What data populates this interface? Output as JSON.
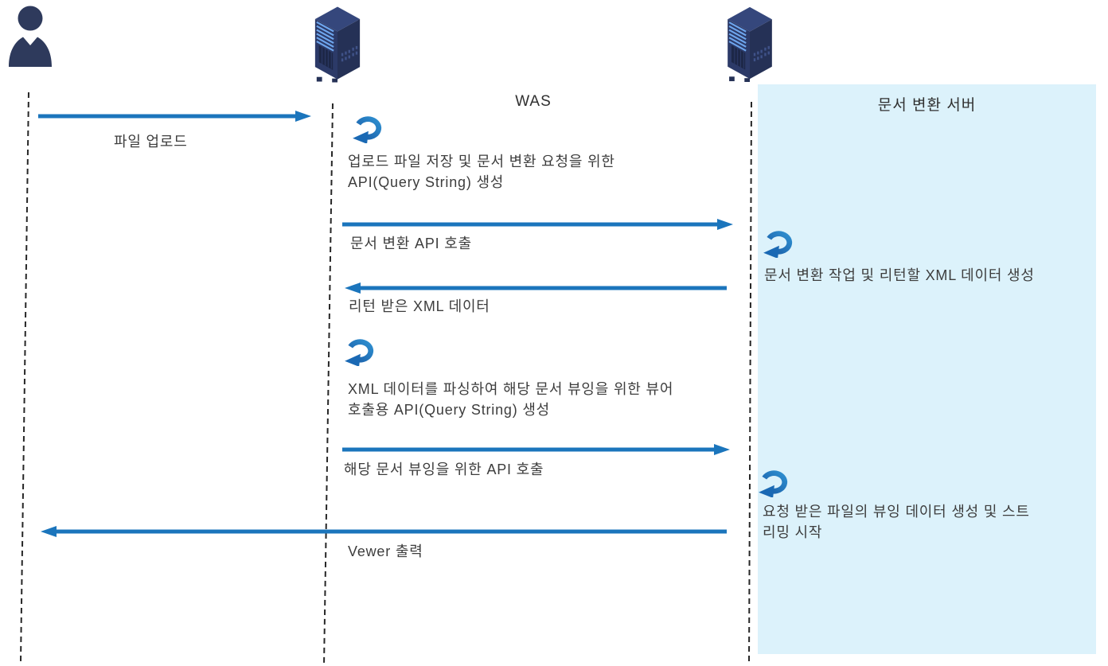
{
  "colors": {
    "arrow_blue": "#1b75bc",
    "loop_blue_dark": "#1a5ea8",
    "loop_blue_light": "#2e8fd0",
    "icon_navy": "#2e3a5c",
    "server_navy": "#2c3a68",
    "server_stripe_blue": "#6ea6ee",
    "panel_bg": "#dcf2fb",
    "lifeline": "#262626",
    "text": "#3d3d3d"
  },
  "actors": {
    "user": {
      "name": "user"
    },
    "was": {
      "label": "WAS"
    },
    "doc_server": {
      "label": "문서 변환 서버"
    }
  },
  "messages": {
    "m1": {
      "from": "user",
      "to": "was",
      "label": "파일 업로드"
    },
    "m2": {
      "from": "was",
      "to": "doc_server",
      "label": "문서 변환 API 호출"
    },
    "m3": {
      "from": "doc_server",
      "to": "was",
      "label": "리턴 받은 XML 데이터"
    },
    "m4": {
      "from": "was",
      "to": "doc_server",
      "label": "해당 문서 뷰잉을 위한 API 호출"
    },
    "m5": {
      "from": "doc_server",
      "to": "user",
      "label": "Vewer 출력"
    }
  },
  "self_actions": {
    "s1": {
      "actor": "was",
      "line1": "업로드 파일 저장 및 문서 변환 요청을 위한",
      "line2": "API(Query String) 생성"
    },
    "s2": {
      "actor": "doc_server",
      "line1": "문서 변환 작업 및 리턴할 XML 데이터 생성",
      "line2": ""
    },
    "s3": {
      "actor": "was",
      "line1": "XML 데이터를 파싱하여 해당 문서 뷰잉을 위한 뷰어",
      "line2": "호출용 API(Query String) 생성"
    },
    "s4": {
      "actor": "doc_server",
      "line1": "요청 받은 파일의 뷰잉 데이터 생성 및 스트",
      "line2": "리밍 시작"
    }
  }
}
